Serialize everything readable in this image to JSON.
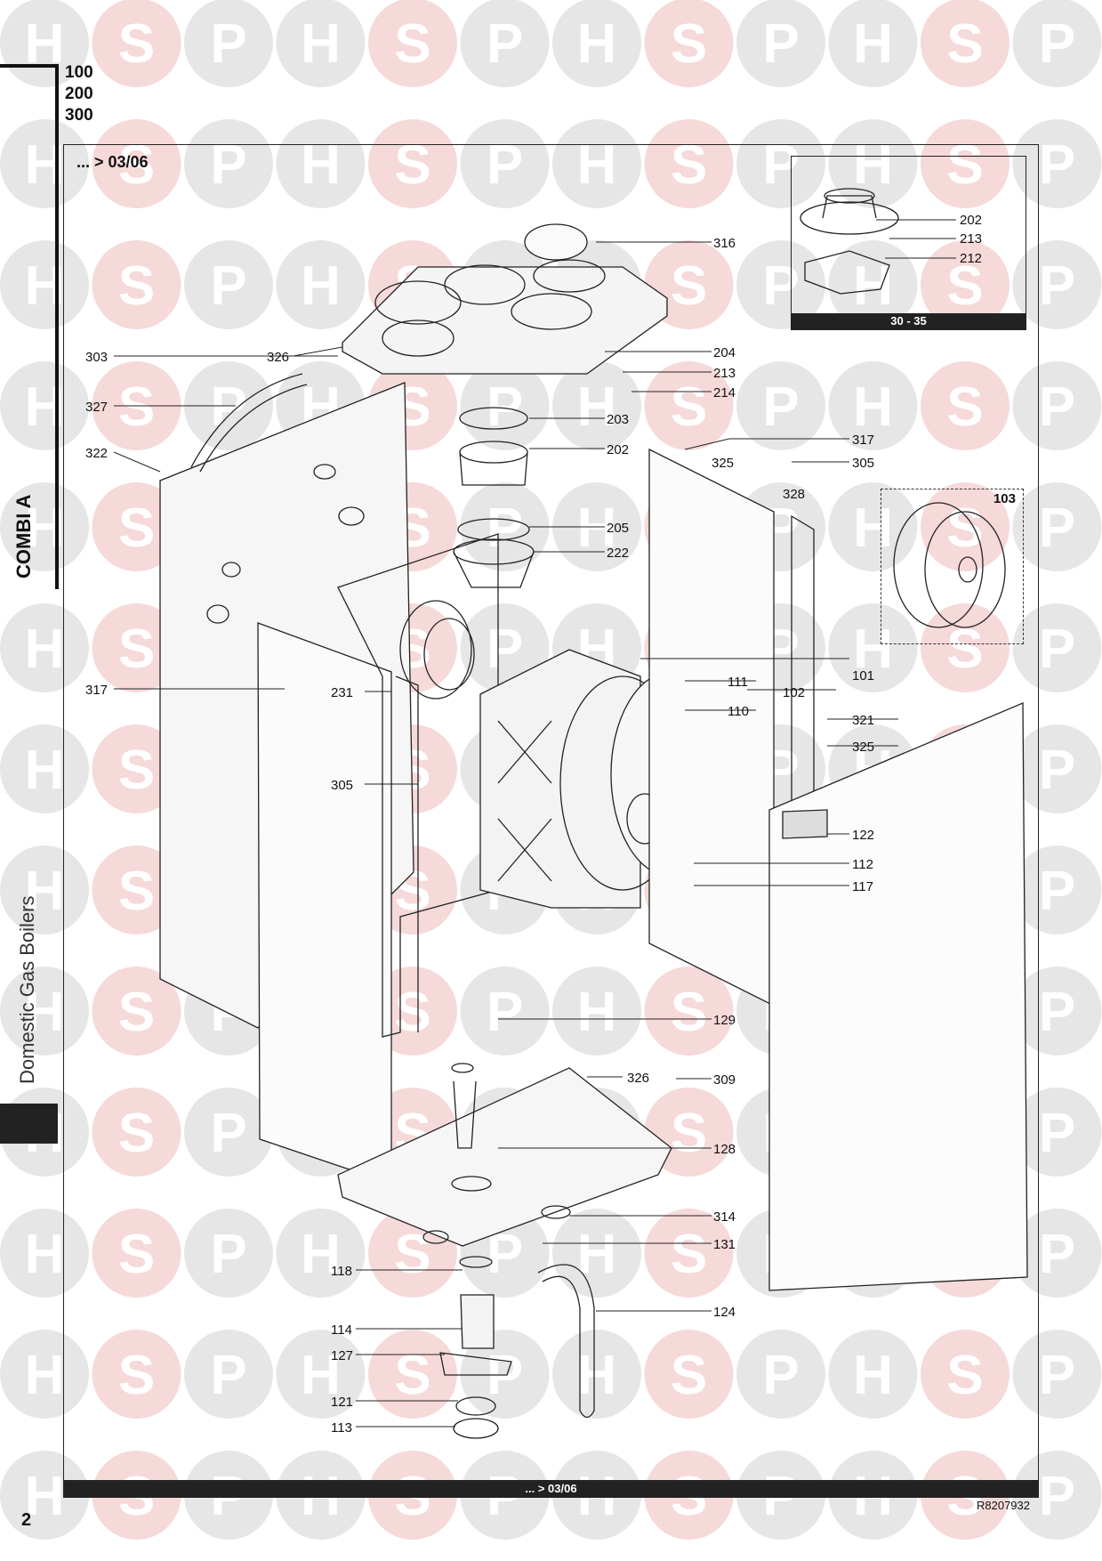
{
  "watermark_letters": [
    "H",
    "S",
    "P"
  ],
  "colors": {
    "watermark_grey": "#e6e6e6",
    "watermark_red": "#f6d9d9",
    "line": "#222222",
    "fill_light": "#f2f2f2"
  },
  "models": [
    "100",
    "200",
    "300"
  ],
  "side_tab": {
    "title": "COMBI A",
    "subtitle": "Domestic Gas Boilers"
  },
  "date_range_top": "... > 03/06",
  "date_range_footer": "... > 03/06",
  "page_number": "2",
  "drawing_ref": "R8207932",
  "inset": {
    "footer": "30 - 35",
    "labels": [
      "202",
      "213",
      "212"
    ]
  },
  "detail_box": {
    "label": "103"
  },
  "callouts": [
    "316",
    "303",
    "326",
    "204",
    "213",
    "214",
    "327",
    "203",
    "322",
    "202",
    "317",
    "325",
    "305",
    "328",
    "205",
    "222",
    "101",
    "317",
    "231",
    "111",
    "102",
    "110",
    "321",
    "325",
    "305",
    "122",
    "112",
    "117",
    "129",
    "326",
    "309",
    "128",
    "314",
    "131",
    "118",
    "124",
    "114",
    "127",
    "121",
    "113"
  ]
}
